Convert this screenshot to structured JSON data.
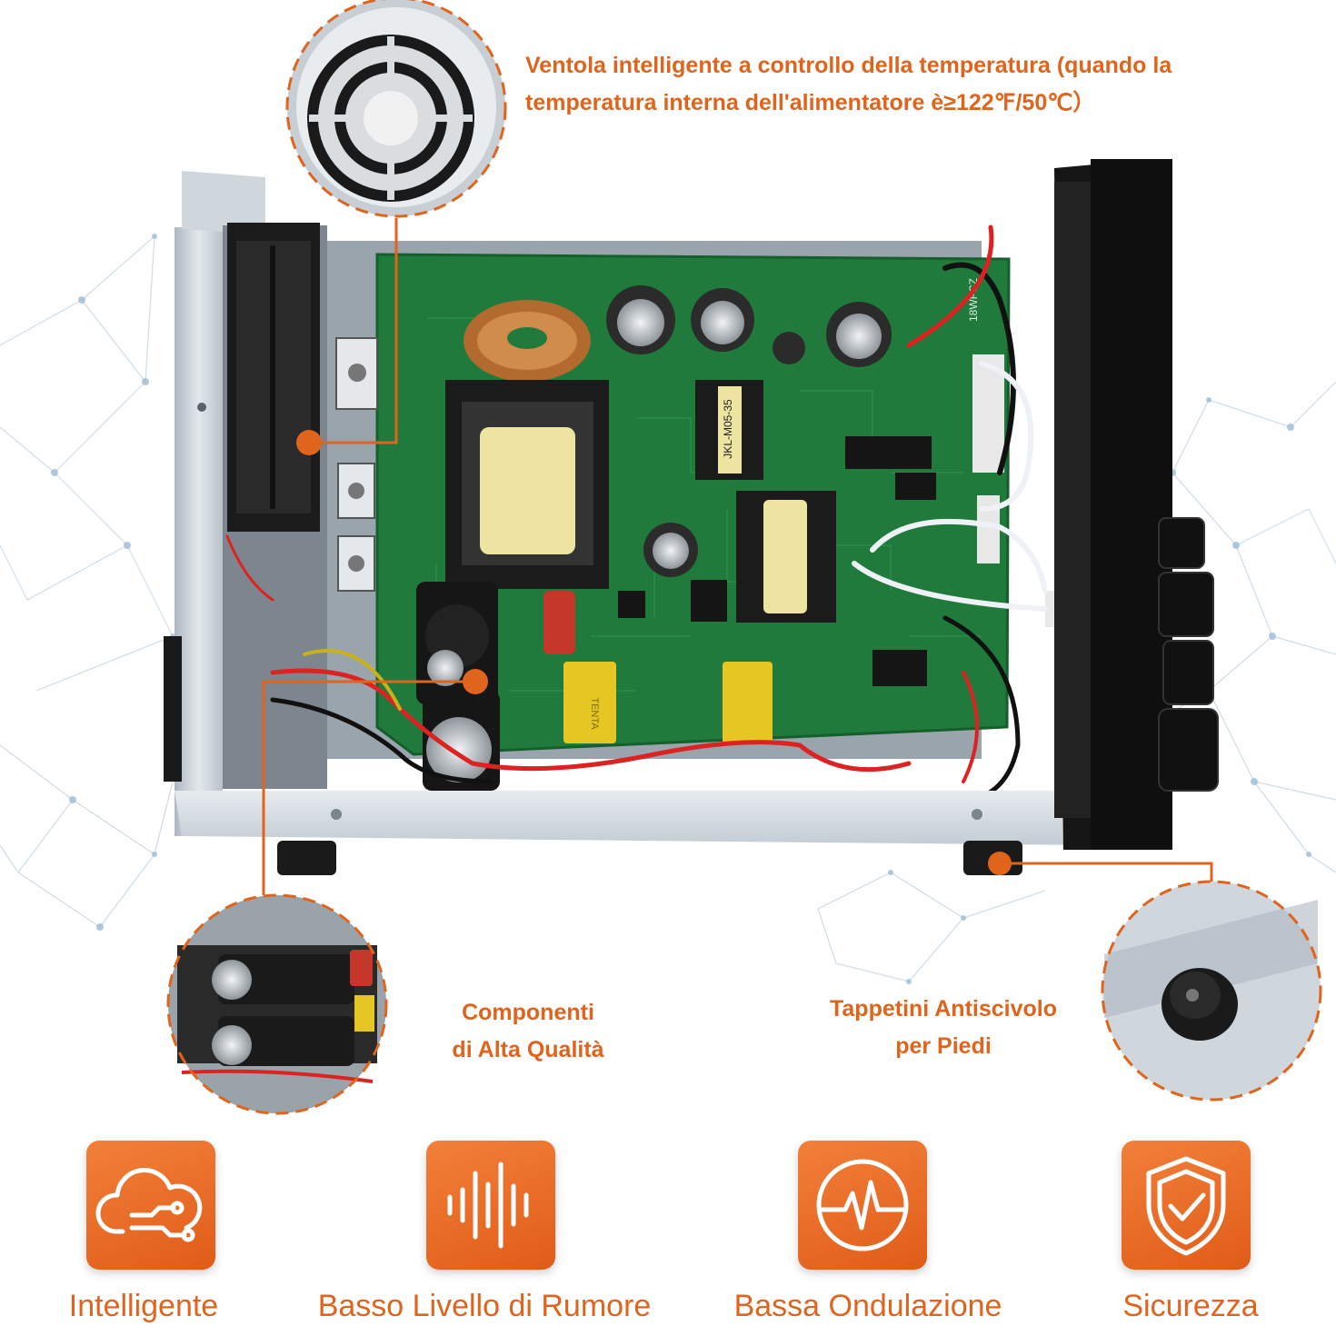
{
  "callouts": {
    "fan_line1": "Ventola intelligente a controllo della temperatura (quando la",
    "fan_line2": "temperatura interna dell'alimentatore è≥122℉/50℃）",
    "components_line1": "Componenti",
    "components_line2": "di Alta Qualità",
    "feet_line1": "Tappetini Antiscivolo",
    "feet_line2": "per Piedi"
  },
  "pcb_labels": {
    "transformer_label": "JKL-M05-35",
    "capacitor_brand": "TENTA",
    "board_code": "18WFCZ"
  },
  "features": [
    {
      "label": "Intelligente",
      "icon": "cloud-circuit-icon"
    },
    {
      "label": "Basso Livello di Rumore",
      "icon": "sound-wave-icon"
    },
    {
      "label": "Bassa Ondulazione",
      "icon": "pulse-icon"
    },
    {
      "label": "Sicurezza",
      "icon": "shield-check-icon"
    }
  ],
  "colors": {
    "accent": "#e0641c",
    "pcb_green": "#1f7a3c",
    "chassis": "#c9d1d8",
    "front_panel": "#1a1a1a"
  }
}
